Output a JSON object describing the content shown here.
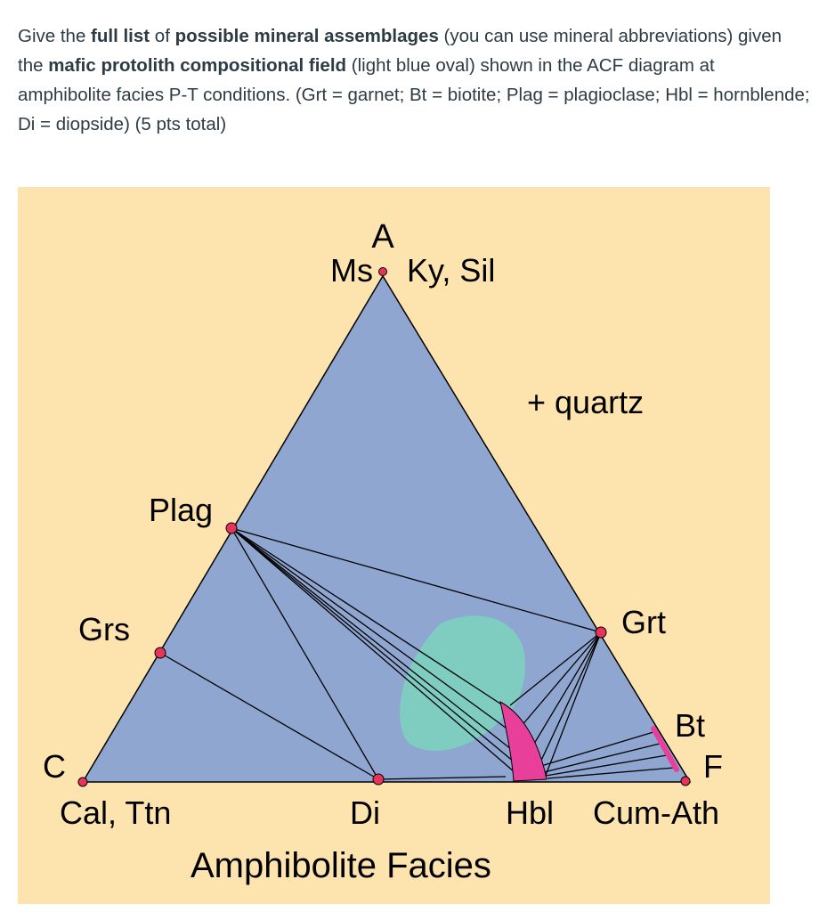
{
  "question": {
    "part1": "Give the ",
    "bold1": "full list",
    "part2": " of ",
    "bold2": "possible mineral assemblages",
    "part3": " (you can use mineral abbreviations) given the ",
    "bold3": "mafic protolith compositional field",
    "part4": " (light blue oval) shown in the ACF diagram at amphibolite facies P-T conditions.  (Grt = garnet; Bt = biotite; Plag = plagioclase; Hbl = hornblende; Di = diopside)  (5 pts total)"
  },
  "diagram": {
    "apex_a": "A",
    "ms_label": "Ms",
    "ky_sil_label": "Ky, Sil",
    "quartz_label": "+ quartz",
    "plag_label": "Plag",
    "grs_label": "Grs",
    "grt_label": "Grt",
    "bt_label": "Bt",
    "apex_c": "C",
    "apex_f": "F",
    "cal_ttn_label": "Cal, Ttn",
    "di_label": "Di",
    "hbl_label": "Hbl",
    "cum_ath_label": "Cum-Ath",
    "facies_label": "Amphibolite Facies",
    "colors": {
      "background": "#fde3ad",
      "triangle_fill": "#8fa6d1",
      "protolith_field": "#7fccc0",
      "hbl_field": "#e8409a",
      "phase_dot": "#e8345a"
    }
  }
}
